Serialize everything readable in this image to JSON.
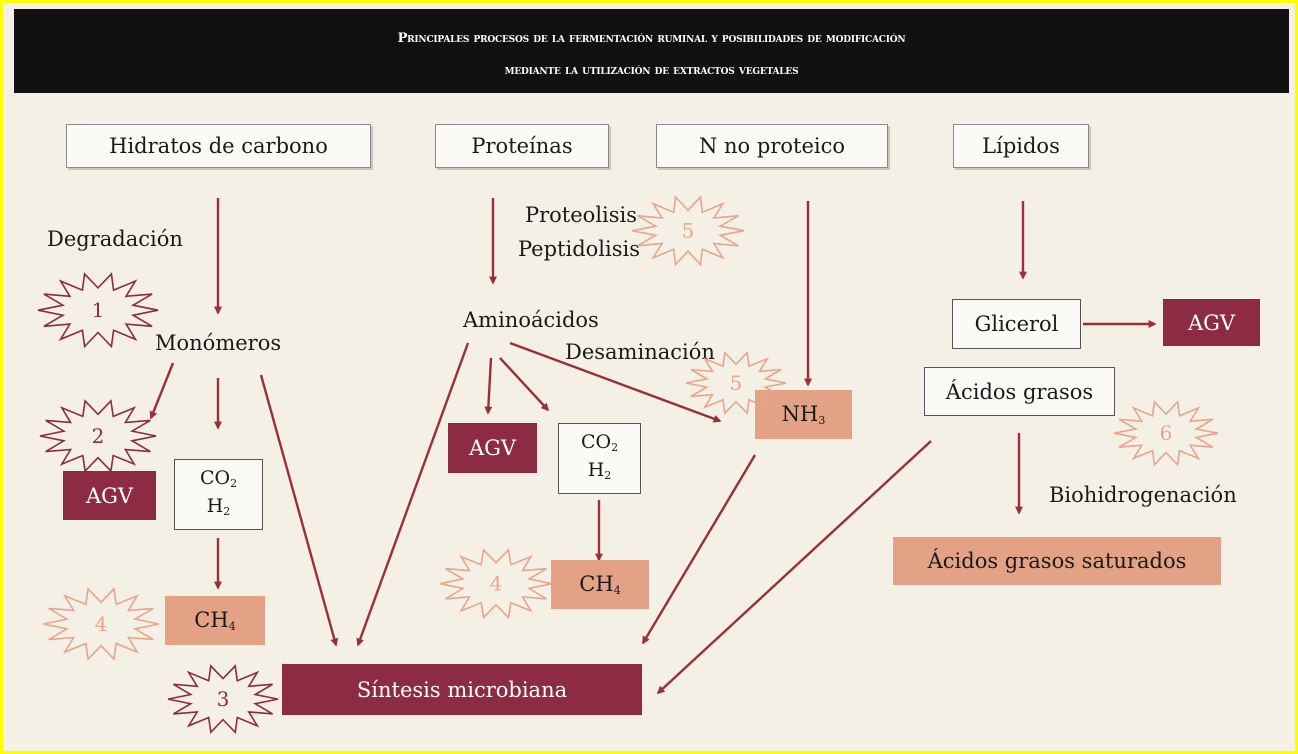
{
  "header": {
    "line1": "Principales procesos de la fermentación ruminal y posibilidades de modificación",
    "line2": "mediante la utilización de extractos vegetales"
  },
  "sources": {
    "carbohydrates": "Hidratos de carbono",
    "proteins": "Proteínas",
    "npn": "N no proteico",
    "lipids": "Lípidos"
  },
  "labels": {
    "degradation": "Degradación",
    "monomers": "Monómeros",
    "proteolysis": "Proteolisis",
    "peptidolysis": "Peptidolisis",
    "amino_acids": "Aminoácidos",
    "deamination": "Desaminación",
    "biohydrogenation": "Biohidrogenación"
  },
  "products": {
    "agv": "AGV",
    "co2": "CO",
    "h2": "H",
    "ch4": "CH",
    "nh3": "NH",
    "sub2": "2",
    "sub3": "3",
    "sub4": "4",
    "glycerol": "Glicerol",
    "fatty_acids": "Ácidos grasos",
    "saturated_fatty_acids": "Ácidos grasos saturados",
    "microbial_synthesis": "Síntesis microbiana"
  },
  "stars": [
    "1",
    "2",
    "3",
    "4",
    "4",
    "5",
    "5",
    "6"
  ],
  "colors": {
    "dark_box": "#8c2b42",
    "light_box": "#e3a185",
    "arrow": "#9a2e3f",
    "star_light": "#e8a58c",
    "background": "#f4f0e6",
    "border": "#ffff00"
  }
}
